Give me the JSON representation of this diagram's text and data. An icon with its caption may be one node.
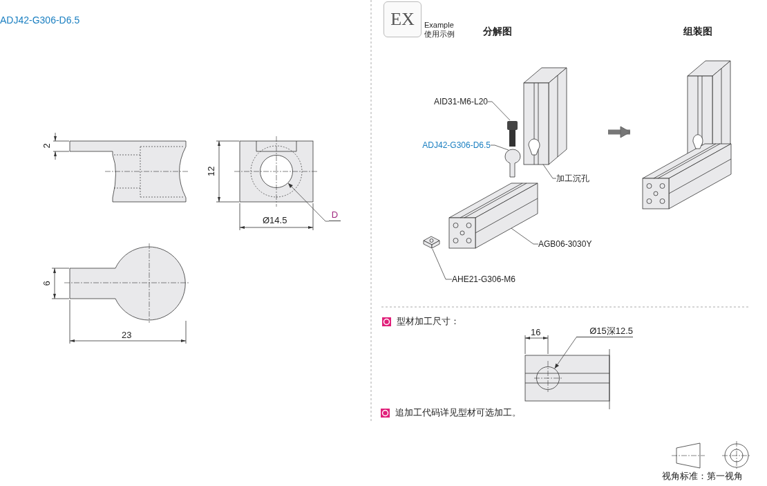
{
  "diagram": {
    "title": "ADJ42-G306-D6.5",
    "nodes": [
      {
        "text": [
          "分解图"
        ]
      },
      {
        "text": [
          "组装图"
        ]
      },
      {
        "text": [
          "D"
        ]
      },
      {
        "text": [
          "AID31-M6-L20"
        ],
        "in": 0
      },
      {
        "text": [
          "ADJ42-G306-D6.5"
        ],
        "in": 0
      },
      {
        "text": [
          "加工沉孔"
        ],
        "in": 0
      },
      {
        "text": [
          "AGB06-3030Y"
        ],
        "in": 0
      },
      {
        "text": [
          "AHE21-G306-M6"
        ],
        "in": 0
      },
      {
        "text": [
          "Ø15深12.5"
        ]
      },
      {
        "text": [],
        "shape": "picture",
        "in": 0
      },
      {
        "text": [],
        "shape": "picture",
        "in": 0
      },
      {
        "text": [],
        "shape": "picture",
        "in": 0
      },
      {
        "text": [],
        "shape": "picture",
        "in": 0
      },
      {
        "text": [],
        "shape": "picture",
        "in": 0
      },
      {
        "text": [],
        "shape": "circle"
      },
      {
        "text": [],
        "shape": "circle"
      }
    ],
    "edges": [
      {
        "from": 0,
        "to": 1,
        "arrow": "to",
        "style": "thick"
      },
      {
        "from": 2,
        "to": 14,
        "arrow": "to"
      },
      {
        "from": 3,
        "to": 10,
        "arrow": "none"
      },
      {
        "from": 4,
        "to": 11,
        "arrow": "none"
      },
      {
        "from": 5,
        "to": 9,
        "arrow": "none"
      },
      {
        "from": 6,
        "to": 12,
        "arrow": "none"
      },
      {
        "from": 7,
        "to": 13,
        "arrow": "none"
      },
      {
        "from": 8,
        "to": 15,
        "arrow": "to"
      }
    ],
    "labels": [
      "EX",
      "Example",
      "使用示例",
      "2",
      "12",
      "Ø14.5",
      "6",
      "23",
      "型材加工尺寸：",
      "16",
      "追加工代码详见型材可选加工。",
      "视角标准：第一视角"
    ]
  }
}
